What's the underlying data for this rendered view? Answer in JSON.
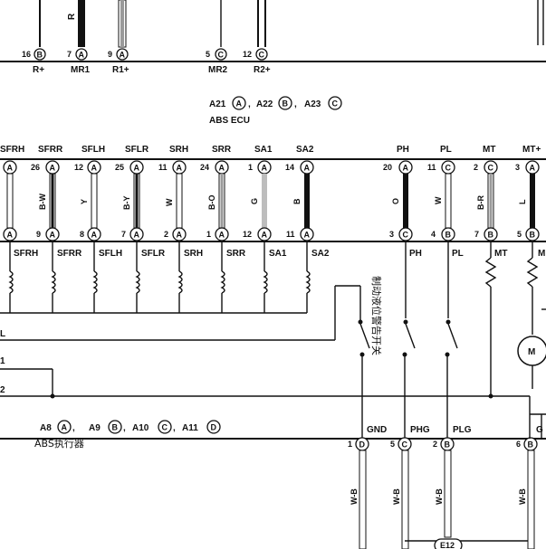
{
  "top_ecu_pins": [
    {
      "num": "16",
      "conn": "B",
      "name": "R+"
    },
    {
      "num": "7",
      "conn": "A",
      "name": "MR1"
    },
    {
      "num": "9",
      "conn": "A",
      "name": "R1+"
    },
    {
      "num": "5",
      "conn": "C",
      "name": "MR2"
    },
    {
      "num": "12",
      "conn": "C",
      "name": "R2+"
    }
  ],
  "top_wire_label": "R",
  "ecu": {
    "title_parts": [
      {
        "code": "A21",
        "conn": "A"
      },
      {
        "code": "A22",
        "conn": "B"
      },
      {
        "code": "A23",
        "conn": "C"
      }
    ],
    "name": "ABS ECU"
  },
  "ecu_pins": [
    {
      "name": "SFRH",
      "top_num": "",
      "top_conn": "A",
      "wire": "",
      "bot_num": "",
      "bot_conn": "A",
      "coil": "SFRH"
    },
    {
      "name": "SFRR",
      "top_num": "26",
      "top_conn": "A",
      "wire": "B-W",
      "bot_num": "9",
      "bot_conn": "A",
      "coil": "SFRR"
    },
    {
      "name": "SFLH",
      "top_num": "12",
      "top_conn": "A",
      "wire": "Y",
      "bot_num": "8",
      "bot_conn": "A",
      "coil": "SFLH"
    },
    {
      "name": "SFLR",
      "top_num": "25",
      "top_conn": "A",
      "wire": "B-Y",
      "bot_num": "7",
      "bot_conn": "A",
      "coil": "SFLR"
    },
    {
      "name": "SRH",
      "top_num": "11",
      "top_conn": "A",
      "wire": "W",
      "bot_num": "2",
      "bot_conn": "A",
      "coil": "SRH"
    },
    {
      "name": "SRR",
      "top_num": "24",
      "top_conn": "A",
      "wire": "B-O",
      "bot_num": "1",
      "bot_conn": "A",
      "coil": "SRR"
    },
    {
      "name": "SA1",
      "top_num": "1",
      "top_conn": "A",
      "wire": "G",
      "bot_num": "12",
      "bot_conn": "A",
      "coil": "SA1"
    },
    {
      "name": "SA2",
      "top_num": "14",
      "top_conn": "A",
      "wire": "B",
      "bot_num": "11",
      "bot_conn": "A",
      "coil": "SA2"
    },
    {
      "name": "PH",
      "top_num": "20",
      "top_conn": "A",
      "wire": "O",
      "bot_num": "3",
      "bot_conn": "C",
      "coil": "PH"
    },
    {
      "name": "PL",
      "top_num": "11",
      "top_conn": "C",
      "wire": "W",
      "bot_num": "4",
      "bot_conn": "B",
      "coil": "PL"
    },
    {
      "name": "MT",
      "top_num": "2",
      "top_conn": "C",
      "wire": "B-R",
      "bot_num": "7",
      "bot_conn": "B",
      "coil": "MT"
    },
    {
      "name": "MT+",
      "top_num": "3",
      "top_conn": "A",
      "wire": "L",
      "bot_num": "5",
      "bot_conn": "B",
      "coil": "M"
    }
  ],
  "left_labels": [
    "L",
    "1",
    "2"
  ],
  "switch_label": "制动液位警告开关",
  "motor_label": "M",
  "actuator": {
    "pins": [
      {
        "name": "GND",
        "num": "1",
        "conn": "D",
        "wire": "W-B"
      },
      {
        "name": "PHG",
        "num": "5",
        "conn": "C",
        "wire": "W-B"
      },
      {
        "name": "PLG",
        "num": "2",
        "conn": "B",
        "wire": "W-B"
      },
      {
        "name": "G",
        "num": "6",
        "conn": "B",
        "wire": "W-B"
      }
    ],
    "title_parts": [
      {
        "code": "A8",
        "conn": "A"
      },
      {
        "code": "A9",
        "conn": "B"
      },
      {
        "code": "A10",
        "conn": "C"
      },
      {
        "code": "A11",
        "conn": "D"
      }
    ],
    "name": "ABS执行器"
  },
  "ground_label": "E12",
  "colors": {
    "ink": "#111111",
    "wire_gray": "#9a9a9a",
    "paper": "#ffffff"
  }
}
